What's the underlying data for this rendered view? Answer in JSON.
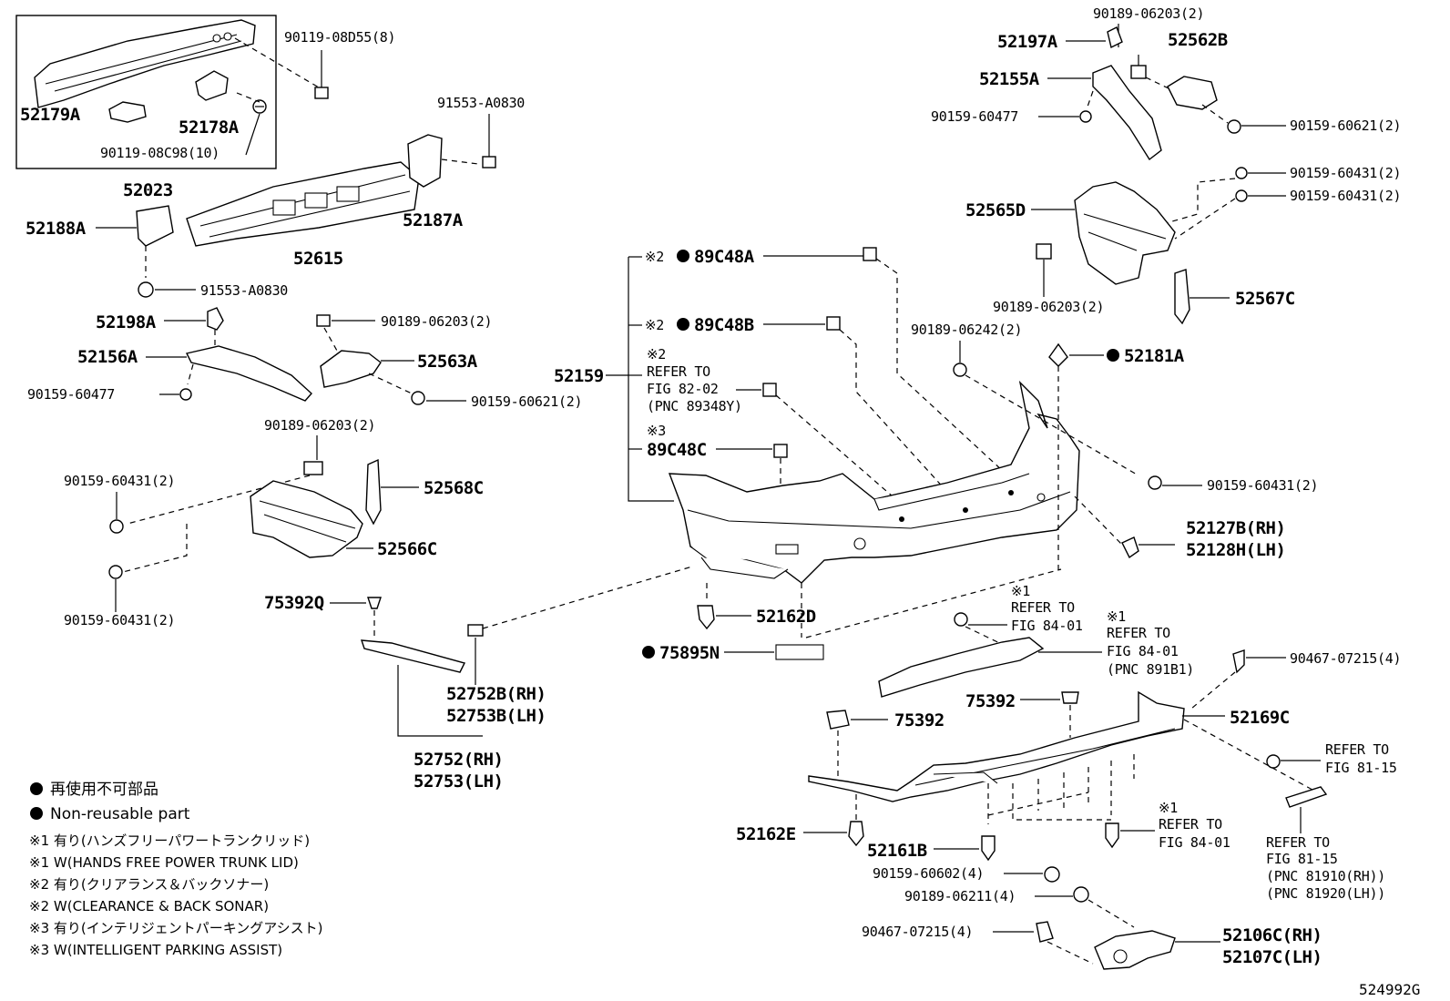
{
  "diagram_id": "524992G",
  "parts": {
    "p52179A": "52179A",
    "p52178A": "52178A",
    "p90119_08D55": "90119-08D55(8)",
    "p90119_08C98": "90119-08C98(10)",
    "p52023": "52023",
    "p91553_top": "91553-A0830",
    "p52188A": "52188A",
    "p52615": "52615",
    "p52187A": "52187A",
    "p91553_bot": "91553-A0830",
    "p52198A": "52198A",
    "p90189_06203_a": "90189-06203(2)",
    "p52156A": "52156A",
    "p52563A": "52563A",
    "p90159_60477_a": "90159-60477",
    "p90159_60621_a": "90159-60621(2)",
    "p90189_06203_b": "90189-06203(2)",
    "p90159_60431_a": "90159-60431(2)",
    "p52568C": "52568C",
    "p52566C": "52566C",
    "p90159_60431_b": "90159-60431(2)",
    "p75392Q": "75392Q",
    "p52752B": "52752B(RH)",
    "p52753B": "52753B(LH)",
    "p52752": "52752(RH)",
    "p52753": "52753(LH)",
    "p89C48A": "89C48A",
    "p89C48B": "89C48B",
    "p52159": "52159",
    "p89C48C": "89C48C",
    "p52162D": "52162D",
    "p75895N": "75895N",
    "p90189_06203_c": "90189-06203(2)",
    "p52197A": "52197A",
    "p52562B": "52562B",
    "p52155A": "52155A",
    "p90159_60477_b": "90159-60477",
    "p90159_60621_b": "90159-60621(2)",
    "p90159_60431_c": "90159-60431(2)",
    "p52565D": "52565D",
    "p90159_60431_d": "90159-60431(2)",
    "p90189_06203_d": "90189-06203(2)",
    "p52567C": "52567C",
    "p90189_06242": "90189-06242(2)",
    "p52181A": "52181A",
    "p90159_60431_e": "90159-60431(2)",
    "p52127B": "52127B(RH)",
    "p52128H": "52128H(LH)",
    "p90467_07215_a": "90467-07215(4)",
    "p75392_a": "75392",
    "p52169C": "52169C",
    "p75392_b": "75392",
    "p52162E": "52162E",
    "p52161B": "52161B",
    "p90159_60602": "90159-60602(4)",
    "p90189_06211": "90189-06211(4)",
    "p90467_07215_b": "90467-07215(4)",
    "p52106C": "52106C(RH)",
    "p52107C": "52107C(LH)"
  },
  "marks": {
    "m2": "※2",
    "m3": "※3",
    "m1": "※1"
  },
  "refs": {
    "fig8202_l1": "REFER TO",
    "fig8202_l2": "FIG 82-02",
    "fig8202_l3": "(PNC 89348Y)",
    "fig8401a_l1": "REFER TO",
    "fig8401a_l2": "FIG 84-01",
    "fig8401b_l1": "REFER TO",
    "fig8401b_l2": "FIG 84-01",
    "fig8401b_l3": "(PNC 891B1)",
    "fig8115a_l1": "REFER TO",
    "fig8115a_l2": "FIG 81-15",
    "fig8401c_l1": "REFER TO",
    "fig8401c_l2": "FIG 84-01",
    "fig8115b_l1": "REFER TO",
    "fig8115b_l2": "FIG 81-15",
    "fig8115b_l3": "(PNC 81910(RH))",
    "fig8115b_l4": "(PNC 81920(LH))"
  },
  "legend": {
    "jp_nonreusable": "再使用不可部品",
    "en_nonreusable": "Non-reusable part",
    "n1_jp": "※1 有り(ハンズフリーパワートランクリッド)",
    "n1_en": "※1 W(HANDS FREE POWER TRUNK LID)",
    "n2_jp": "※2 有り(クリアランス＆バックソナー)",
    "n2_en": "※2 W(CLEARANCE & BACK SONAR)",
    "n3_jp": "※3 有り(インテリジェントパーキングアシスト)",
    "n3_en": "※3 W(INTELLIGENT PARKING ASSIST)"
  }
}
